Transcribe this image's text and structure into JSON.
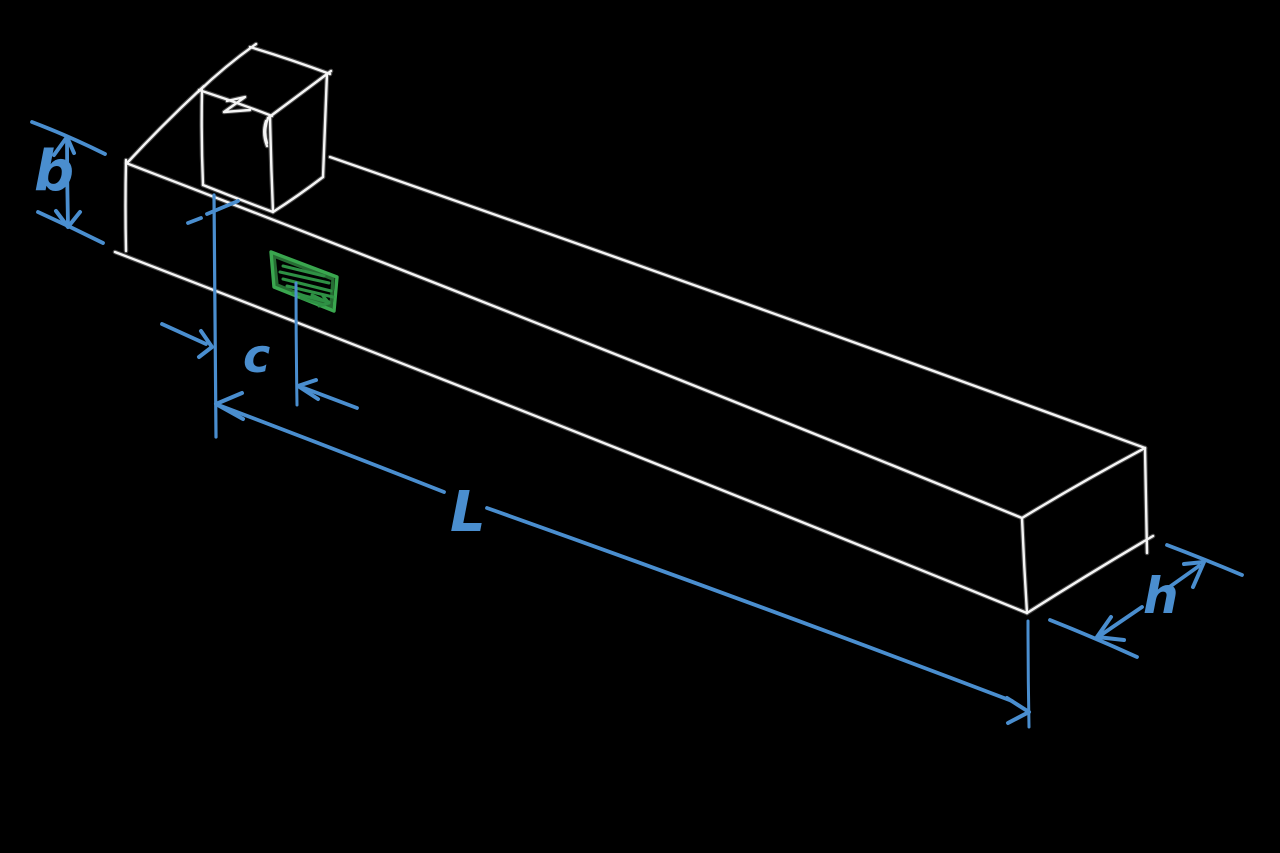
{
  "labels": {
    "height_dim": "b",
    "offset_dim": "c",
    "length_dim": "L",
    "depth_dim": "h"
  },
  "colors": {
    "background": "#000000",
    "sketch_white": "#f5f5f5",
    "sketch_halo": "#8f8f8f",
    "dimension_blue": "#4a8ecf",
    "marker_green": "#3aa74f",
    "marker_green_dark": "#2e9144"
  }
}
